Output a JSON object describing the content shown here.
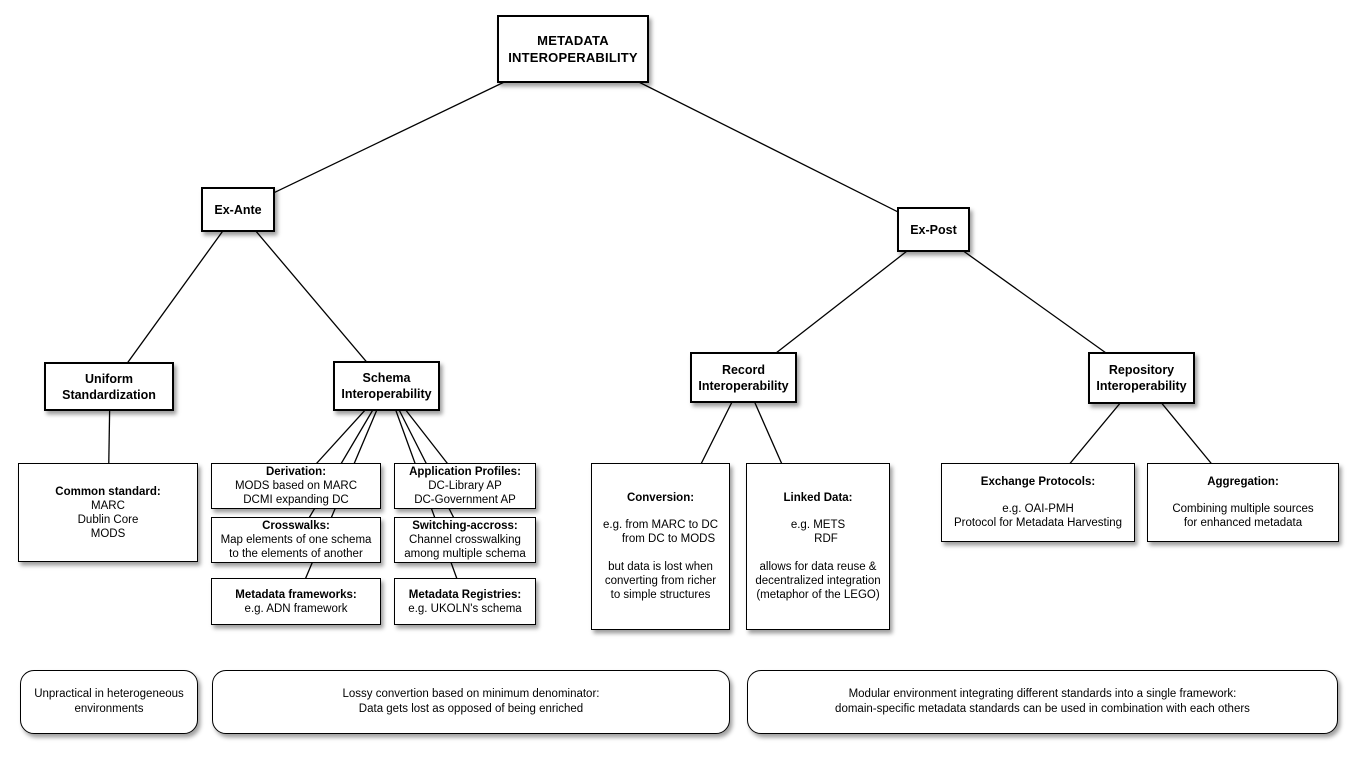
{
  "diagram_title": "METADATA INTEROPERABILITY",
  "nodes": {
    "root": {
      "title": "METADATA\nINTEROPERABILITY"
    },
    "ex_ante": {
      "title": "Ex-Ante"
    },
    "ex_post": {
      "title": "Ex-Post"
    },
    "uniform_standardization": {
      "title": "Uniform\nStandardization"
    },
    "schema_interoperability": {
      "title": "Schema\nInteroperability"
    },
    "record_interoperability": {
      "title": "Record\nInteroperability"
    },
    "repository_interoperability": {
      "title": "Repository\nInteroperability"
    },
    "common_standard": {
      "title": "Common standard:",
      "body": "MARC\nDublin Core\nMODS"
    },
    "derivation": {
      "title": "Derivation:",
      "body": "MODS based on MARC\nDCMI expanding DC"
    },
    "crosswalks": {
      "title": "Crosswalks:",
      "body": "Map elements of one schema\nto the elements of another"
    },
    "metadata_frameworks": {
      "title": "Metadata frameworks:",
      "body": "e.g. ADN framework"
    },
    "application_profiles": {
      "title": "Application Profiles:",
      "body": "DC-Library AP\nDC-Government AP"
    },
    "switching_across": {
      "title": "Switching-accross:",
      "body": "Channel crosswalking\namong multiple schema"
    },
    "metadata_registries": {
      "title": "Metadata Registries:",
      "body": "e.g. UKOLN's schema"
    },
    "conversion": {
      "title": "Conversion:",
      "body": "e.g. from MARC to DC\n     from DC to MODS\n\nbut data is lost when\nconverting from richer\nto simple structures"
    },
    "linked_data": {
      "title": "Linked Data:",
      "body": "e.g. METS\n     RDF\n\nallows for data reuse &\ndecentralized integration\n(metaphor of the LEGO)"
    },
    "exchange_protocols": {
      "title": "Exchange Protocols:",
      "body": "e.g. OAI-PMH\nProtocol for Metadata Harvesting"
    },
    "aggregation": {
      "title": "Aggregation:",
      "body": "Combining multiple sources\nfor enhanced metadata"
    }
  },
  "notes": {
    "ex_ante_note": "Unpractical in heterogeneous\nenvironments",
    "schema_note": "Lossy convertion based on minimum denominator:\nData gets lost as opposed of being enriched",
    "ex_post_note": "Modular environment integrating different standards into a single framework:\ndomain-specific metadata standards can be used in combination with each others"
  }
}
